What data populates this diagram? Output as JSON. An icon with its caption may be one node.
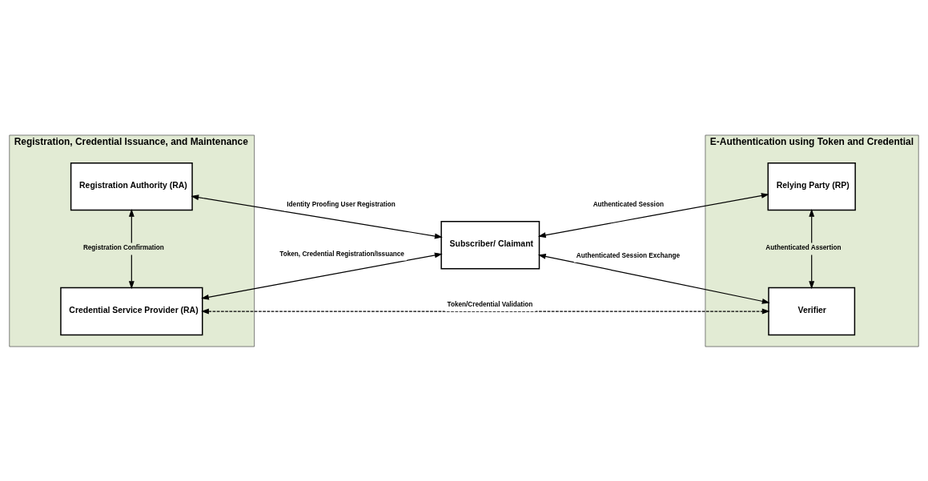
{
  "diagram": {
    "nodes": [
      {
        "text": [
          "Registration, Credential Issuance, and Maintenance"
        ]
      },
      {
        "text": [
          "Registration Authority (RA)"
        ],
        "in": 0
      },
      {
        "text": [
          "Subscriber/ Claimant"
        ]
      },
      {
        "text": [
          "Credential Service Provider (RA)"
        ],
        "in": 0
      },
      {
        "text": [
          "E-Authentication using Token and Credential"
        ]
      },
      {
        "text": [
          "Relying Party (RP)"
        ],
        "in": 4
      },
      {
        "text": [
          "Verifier"
        ],
        "in": 4
      }
    ],
    "edges": [
      {
        "from": 1,
        "to": 2,
        "arrow": "both",
        "label": "Identity Proofing User Registration"
      },
      {
        "from": 2,
        "to": 5,
        "arrow": "both",
        "label": "Authenticated Session"
      },
      {
        "from": 1,
        "to": 3,
        "arrow": "both",
        "label": "Registration Confirmation"
      },
      {
        "from": 3,
        "to": 2,
        "arrow": "both",
        "label": "Token, Credential Registration/Issuance"
      },
      {
        "from": 2,
        "to": 6,
        "arrow": "both",
        "label": "Authenticated Session Exchange"
      },
      {
        "from": 5,
        "to": 6,
        "arrow": "both",
        "label": "Authenticated Assertion"
      },
      {
        "from": 3,
        "to": 6,
        "arrow": "both",
        "label": "Token/Credential Validation",
        "style": "dashed"
      }
    ]
  }
}
